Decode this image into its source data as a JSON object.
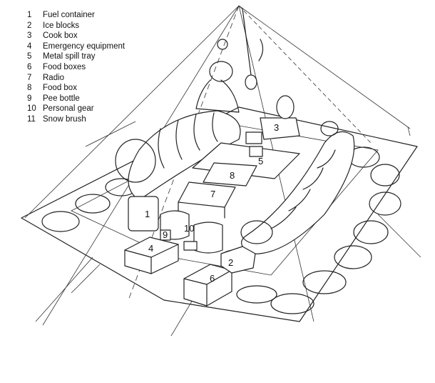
{
  "legend": [
    {
      "num": "1",
      "label": "Fuel container"
    },
    {
      "num": "2",
      "label": "Ice blocks"
    },
    {
      "num": "3",
      "label": "Cook box"
    },
    {
      "num": "4",
      "label": "Emergency equipment"
    },
    {
      "num": "5",
      "label": "Metal spill tray"
    },
    {
      "num": "6",
      "label": "Food boxes"
    },
    {
      "num": "7",
      "label": "Radio"
    },
    {
      "num": "8",
      "label": "Food box"
    },
    {
      "num": "9",
      "label": "Pee bottle"
    },
    {
      "num": "10",
      "label": "Personal gear"
    },
    {
      "num": "11",
      "label": "Snow brush"
    }
  ],
  "callouts": [
    "3",
    "5",
    "8",
    "7",
    "1",
    "9",
    "10",
    "4",
    "2",
    "6"
  ]
}
